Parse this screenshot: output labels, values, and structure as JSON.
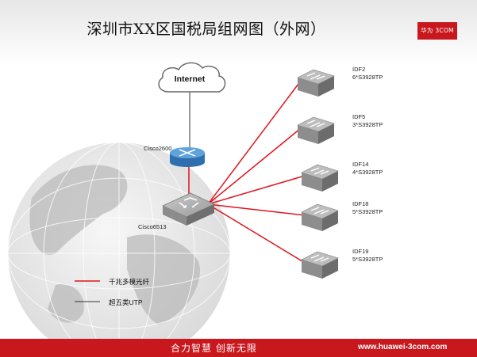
{
  "slide": {
    "title": "深圳市XX区国税局组网图（外网）",
    "logo_text": "华为 3COM",
    "footer_slogan": "合力智慧 创新无限",
    "footer_url": "www.huawei-3com.com"
  },
  "network": {
    "cloud_label": "Internet",
    "router_label": "Cisco2600",
    "core_switch_label": "Cisco6513",
    "idfs": [
      {
        "name": "IDF2",
        "spec": "6*S3928TP"
      },
      {
        "name": "IDF5",
        "spec": "3*S3928TP"
      },
      {
        "name": "IDF14",
        "spec": "4*S3928TP"
      },
      {
        "name": "IDF18",
        "spec": "5*S3928TP"
      },
      {
        "name": "IDF19",
        "spec": "5*S3928TP"
      }
    ]
  },
  "legend": {
    "items": [
      {
        "label": "千兆多模光纤",
        "color": "#e0141c"
      },
      {
        "label": "超五类UTP",
        "color": "#333333"
      }
    ]
  },
  "colors": {
    "accent": "#c8181e",
    "fiber_line": "#e0141c",
    "router": "#3d86c6"
  }
}
